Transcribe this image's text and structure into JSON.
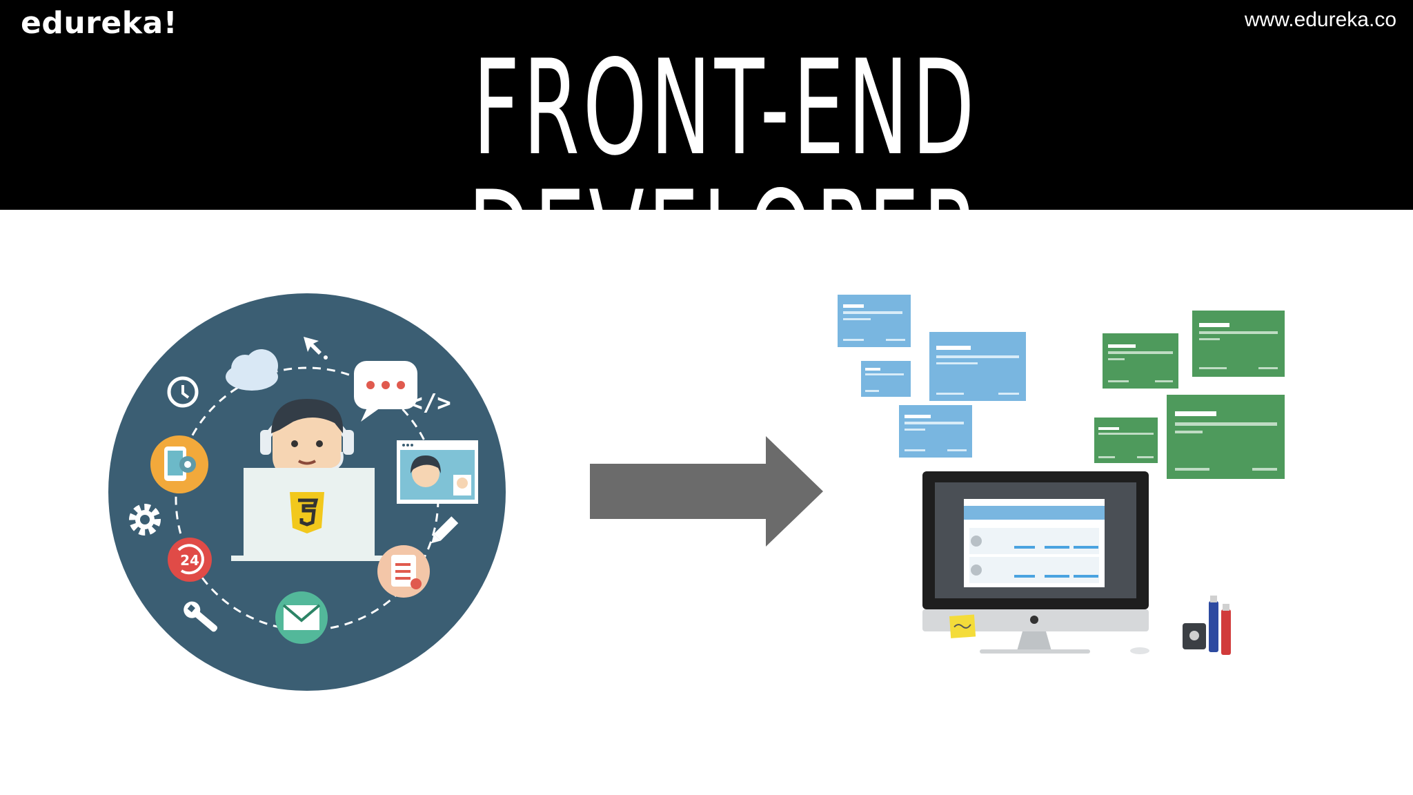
{
  "header": {
    "logo_text": "edureka!",
    "site_url": "www.edureka.co",
    "title": "FRONT-END DEVELOPER",
    "background": "#000000"
  },
  "left_illustration": {
    "circle_color": "#3b5e73",
    "badge_24": "24",
    "code_tag": "</>",
    "icons": [
      "clock-icon",
      "cloud-icon",
      "chat-bubble-icon",
      "code-tag-icon",
      "phone-settings-icon",
      "gear-icon",
      "timer-24-icon",
      "wrench-icon",
      "email-icon",
      "clipboard-icon",
      "pencil-icon",
      "video-call-icon",
      "cursor-icon",
      "css3-logo-icon"
    ]
  },
  "arrow": {
    "color": "#6b6b6b"
  },
  "right_illustration": {
    "blue_card_color": "#79b6e0",
    "green_card_color": "#4e9a5c",
    "icons": [
      "imac-icon",
      "sticky-note-icon",
      "usb-drives-icon"
    ]
  }
}
